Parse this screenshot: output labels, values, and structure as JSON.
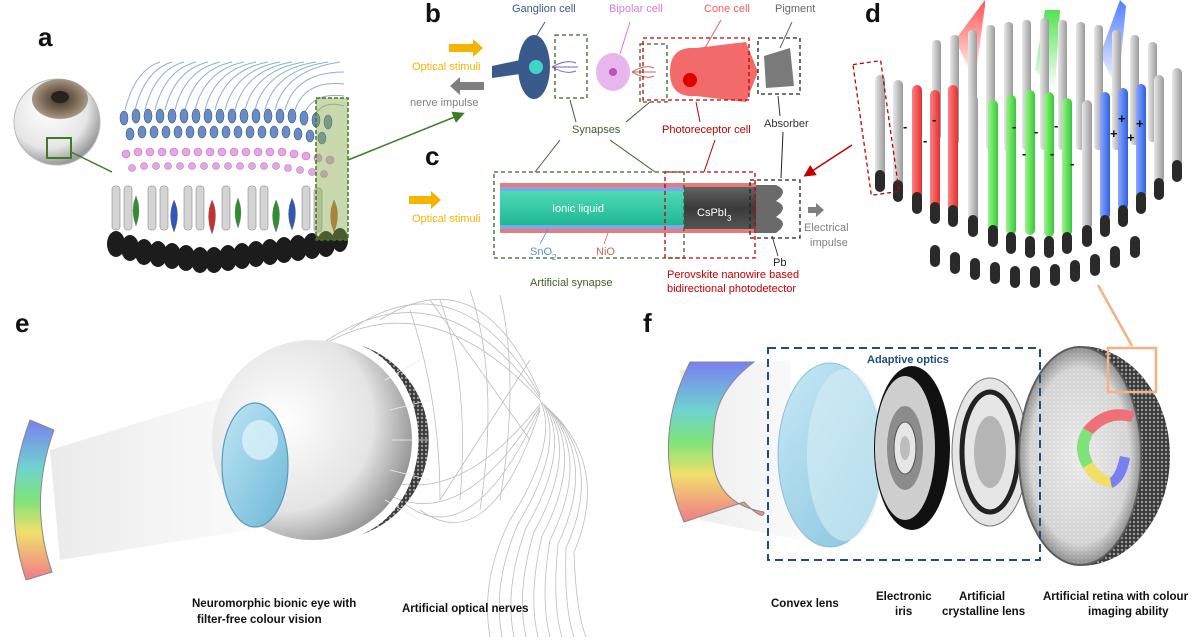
{
  "panels": {
    "a": "a",
    "b": "b",
    "c": "c",
    "d": "d",
    "e": "e",
    "f": "f"
  },
  "b": {
    "ganglion_cell": "Ganglion cell",
    "bipolar_cell": "Bipolar cell",
    "cone_cell": "Cone cell",
    "pigment": "Pigment",
    "optical_stimuli": "Optical stimuli",
    "nerve_impulse": "nerve impulse",
    "synapses": "Synapses",
    "photoreceptor_cell": "Photoreceptor cell",
    "absorber": "Absorber"
  },
  "c": {
    "optical_stimuli": "Optical stimuli",
    "ionic_liquid": "Ionic liquid",
    "cspbi3": "CsPbI",
    "cspbi3_sub": "3",
    "sno2": "SnO",
    "sno2_sub": "2",
    "nio": "NiO",
    "electrical": "Electrical",
    "impulse": "impulse",
    "pb": "Pb",
    "artificial_synapse": "Artificial synapse",
    "perovskite_line1": "Perovskite nanowire based",
    "perovskite_line2": "bidirectional photodetector"
  },
  "d": {
    "minus": "-",
    "plus": "+"
  },
  "e": {
    "eye_line1": "Neuromorphic bionic eye with",
    "eye_line2": "filter-free colour vision",
    "nerves": "Artificial optical nerves"
  },
  "f": {
    "adaptive_optics": "Adaptive optics",
    "convex_lens": "Convex lens",
    "iris_line1": "Electronic",
    "iris_line2": "iris",
    "crystalline_line1": "Artificial",
    "crystalline_line2": "crystalline lens",
    "retina_line1": "Artificial retina with colour",
    "retina_line2": "imaging ability"
  },
  "colors": {
    "optical_stimuli": "#f5b400",
    "nerve_impulse": "#7f7f7f",
    "ganglion": "#3b5a8c",
    "bipolar": "#d77ad6",
    "cone": "#f25c5c",
    "synapse_box": "#3e5f27",
    "photoreceptor_box": "#c00000",
    "adaptive_optics": "#1f4e79",
    "retina_zoom": "#f4b183"
  }
}
